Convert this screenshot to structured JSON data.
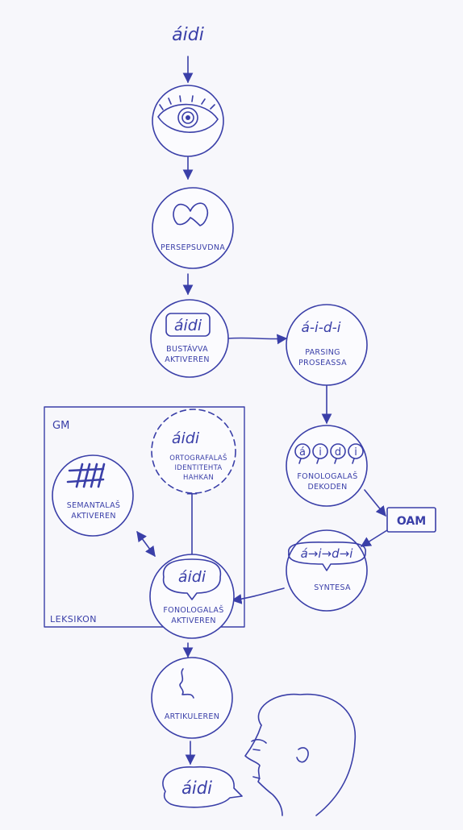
{
  "colors": {
    "ink": "#3a3fa8",
    "paper": "#f7f7fb"
  },
  "top_word": "áidi",
  "nodes": {
    "eye": {
      "icon": "eye-icon"
    },
    "perception": {
      "label": "PERSEPSUVDNA",
      "icon": "blob-icon"
    },
    "letters": {
      "word": "áidi",
      "line1": "BUSTÁVVA",
      "line2": "AKTIVEREN"
    },
    "parsing": {
      "word": "á-i-d-i",
      "line1": "PARSING",
      "line2": "PROSEASSA"
    },
    "phon_decode": {
      "line1": "FONOLOGALAŠ",
      "line2": "DEKODEN",
      "bubble_letters": [
        "á",
        "i",
        "d",
        "i"
      ]
    },
    "synthesis": {
      "word": "á→i→d→i",
      "label": "SYNTESA"
    },
    "orthographic": {
      "word": "áidi",
      "line1": "ORTOGRAFALAŠ",
      "line2": "IDENTITEHTA",
      "line3": "HAHKAN"
    },
    "semantic": {
      "line1": "SEMANTALAŠ",
      "line2": "AKTIVEREN",
      "icon": "hatch-icon"
    },
    "phon_activate": {
      "word": "áidi",
      "line1": "FONOLOGALAŠ",
      "line2": "AKTIVEREN"
    },
    "articulate": {
      "label": "ARTIKULEREN",
      "icon": "mouth-icon"
    }
  },
  "box": {
    "top_label": "GM",
    "bottom_label": "LEKSIKON"
  },
  "oam": {
    "label": "OAM"
  },
  "speech_word": "áidi",
  "face": {
    "icon": "face-profile-icon"
  }
}
